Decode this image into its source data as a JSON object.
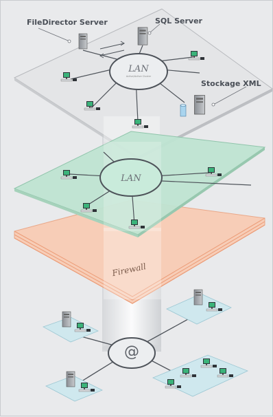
{
  "labels": {
    "filedirector_server": "FileDirector Server",
    "sql_server": "SQL Server",
    "stockage_xml": "Stockage XML",
    "lan_top": "LAN",
    "lan_middle": "LAN",
    "firewall": "Firewall",
    "internet_symbol": "@"
  },
  "colors": {
    "top_layer": "#e4e5e7",
    "lan_layer": "#bfe4d2",
    "firewall_layer": "#f7cdb7",
    "internet_pad": "#cfe8ee",
    "line": "#4d5259"
  }
}
